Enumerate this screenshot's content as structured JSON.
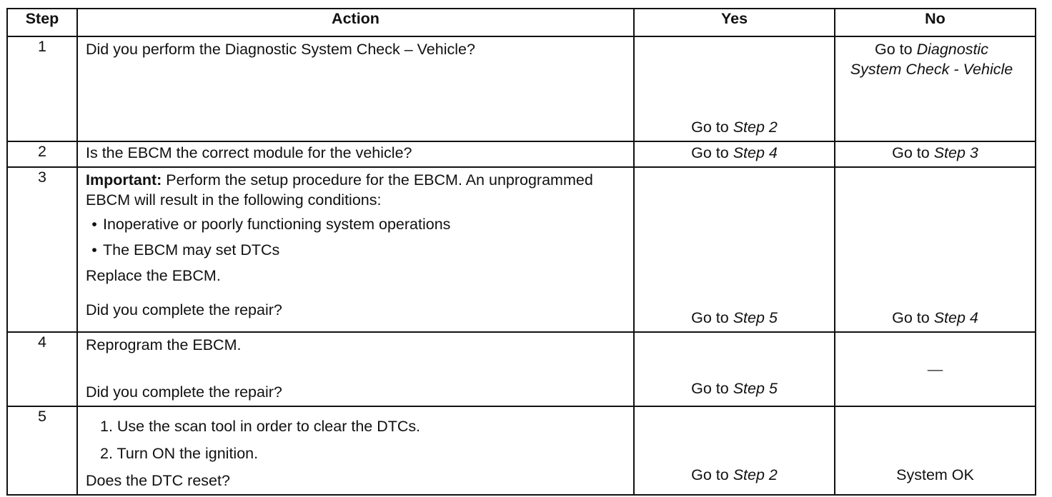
{
  "headers": {
    "step": "Step",
    "action": "Action",
    "yes": "Yes",
    "no": "No"
  },
  "rows": [
    {
      "step": "1",
      "action": "Did you perform the Diagnostic System Check – Vehicle?",
      "yes_prefix": "Go to ",
      "yes_ref": "Step 2",
      "no_prefix": "Go to ",
      "no_ref": "Diagnostic System Check - Vehicle"
    },
    {
      "step": "2",
      "action": "Is the EBCM the correct module for the vehicle?",
      "yes_prefix": "Go to ",
      "yes_ref": "Step 4",
      "no_prefix": "Go to ",
      "no_ref": "Step 3"
    },
    {
      "step": "3",
      "important_label": "Important:",
      "important_text": " Perform the setup procedure for the EBCM. An unprogrammed EBCM will result in the following conditions:",
      "bullets": [
        "Inoperative or poorly functioning system operations",
        "The EBCM may set DTCs"
      ],
      "instruction": "Replace the EBCM.",
      "question": "Did you complete the repair?",
      "yes_prefix": "Go to ",
      "yes_ref": "Step 5",
      "no_prefix": "Go to ",
      "no_ref": "Step 4"
    },
    {
      "step": "4",
      "instruction": "Reprogram the EBCM.",
      "question": "Did you complete the repair?",
      "yes_prefix": "Go to ",
      "yes_ref": "Step 5",
      "no_text": "—"
    },
    {
      "step": "5",
      "numbered": [
        "1. Use the scan tool in order to clear the DTCs.",
        "2. Turn ON the ignition."
      ],
      "question": "Does the DTC reset?",
      "yes_prefix": "Go to ",
      "yes_ref": "Step 2",
      "no_text": "System OK"
    }
  ]
}
